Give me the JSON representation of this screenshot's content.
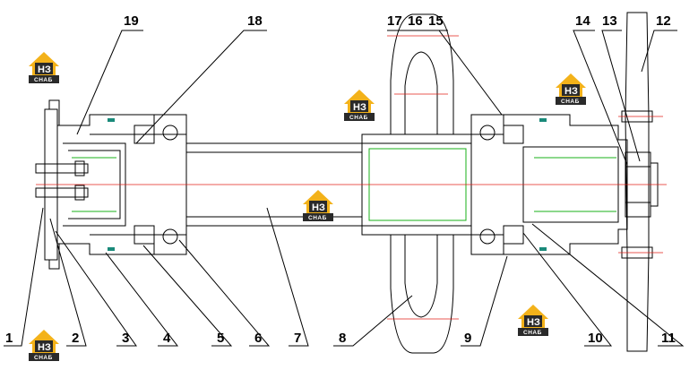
{
  "callouts": [
    "1",
    "2",
    "3",
    "4",
    "5",
    "6",
    "7",
    "8",
    "9",
    "10",
    "11",
    "12",
    "13",
    "14",
    "15",
    "16",
    "17",
    "18",
    "19"
  ],
  "watermark": {
    "mark": "НЗ",
    "word": "СНАБ",
    "accent": "#f3b21a",
    "dark": "#2a2a2a"
  },
  "colors": {
    "line": "#000000",
    "centerline": "#e0201a",
    "thread": "#18b018",
    "seal": "#1a8a7a"
  }
}
